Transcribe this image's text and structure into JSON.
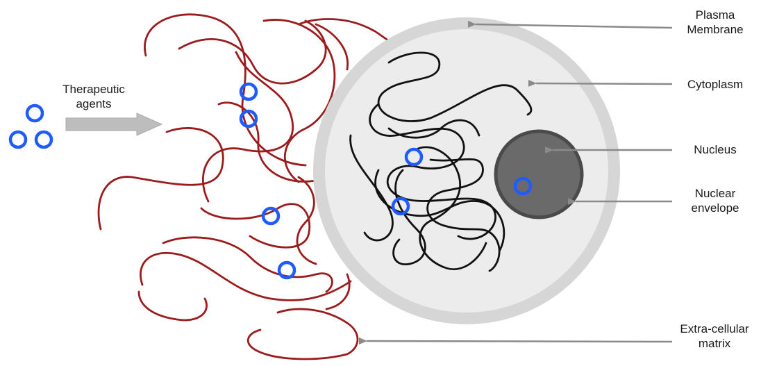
{
  "labels": {
    "therapeutic_line1": "Therapeutic",
    "therapeutic_line2": "agents",
    "plasma_line1": "Plasma",
    "plasma_line2": "Membrane",
    "cytoplasm": "Cytoplasm",
    "nucleus": "Nucleus",
    "nuclear_envelope_line1": "Nuclear",
    "nuclear_envelope_line2": "envelope",
    "ecm_line1": "Extra-cellular",
    "ecm_line2": "matrix"
  },
  "colors": {
    "ecm_fiber": "#9b1c1c",
    "cytoskeleton_fiber": "#111111",
    "agent_ring": "#1f5cff",
    "membrane": "#d6d6d6",
    "cytoplasm": "#ececec",
    "nucleus": "#6a6a6a",
    "nuclear_envelope": "#4a4a4a",
    "leader_arrow": "#8a8a8a",
    "flow_arrow": "#bdbdbd"
  }
}
